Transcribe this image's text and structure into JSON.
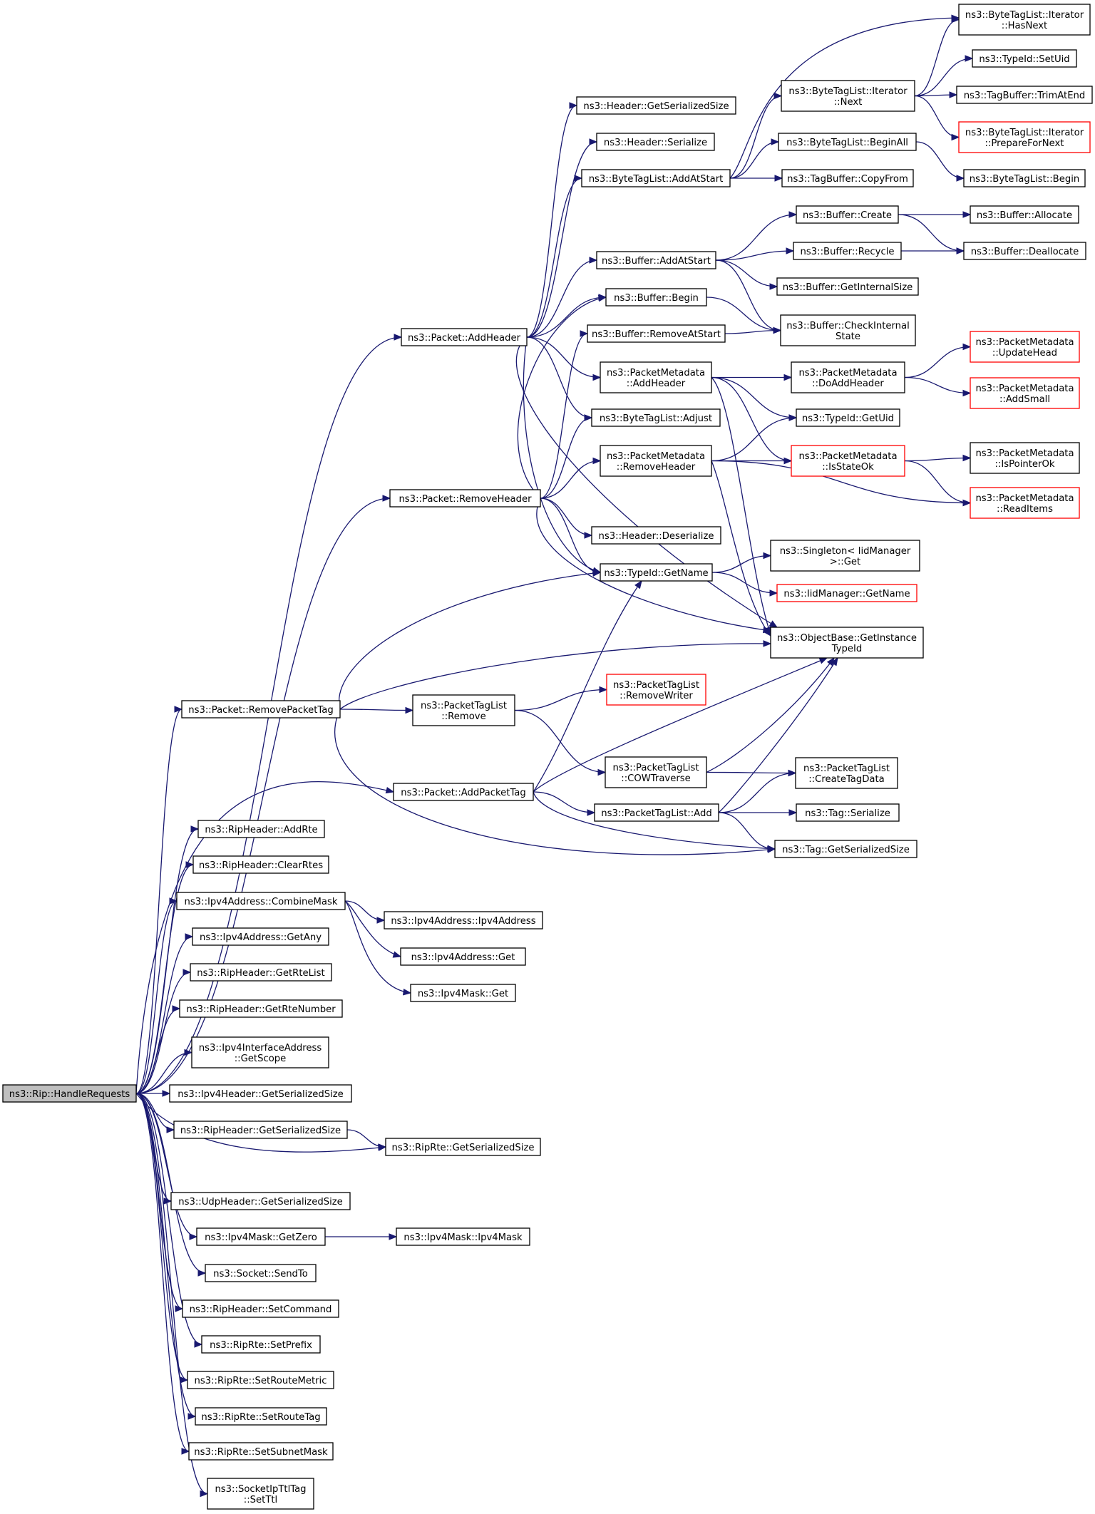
{
  "graph": {
    "root": "n_root",
    "nodes": [
      {
        "id": "n_root",
        "lines": [
          "ns3::Rip::HandleRequests"
        ],
        "style": "root"
      },
      {
        "id": "n_pkt_addheader",
        "lines": [
          "ns3::Packet::AddHeader"
        ]
      },
      {
        "id": "n_pkt_removeheader",
        "lines": [
          "ns3::Packet::RemoveHeader"
        ]
      },
      {
        "id": "n_pkt_removepackettag",
        "lines": [
          "ns3::Packet::RemovePacketTag"
        ]
      },
      {
        "id": "n_pkt_addpackettag",
        "lines": [
          "ns3::Packet::AddPacketTag"
        ]
      },
      {
        "id": "n_rh_addrte",
        "lines": [
          "ns3::RipHeader::AddRte"
        ]
      },
      {
        "id": "n_rh_clearrtes",
        "lines": [
          "ns3::RipHeader::ClearRtes"
        ]
      },
      {
        "id": "n_ipv4_combinemask",
        "lines": [
          "ns3::Ipv4Address::CombineMask"
        ]
      },
      {
        "id": "n_ipv4_getany",
        "lines": [
          "ns3::Ipv4Address::GetAny"
        ]
      },
      {
        "id": "n_rh_getrtelist",
        "lines": [
          "ns3::RipHeader::GetRteList"
        ]
      },
      {
        "id": "n_rh_getrtenumber",
        "lines": [
          "ns3::RipHeader::GetRteNumber"
        ]
      },
      {
        "id": "n_ipv4if_getscope",
        "lines": [
          "ns3::Ipv4InterfaceAddress",
          "::GetScope"
        ]
      },
      {
        "id": "n_ipv4h_getsersize",
        "lines": [
          "ns3::Ipv4Header::GetSerializedSize"
        ]
      },
      {
        "id": "n_rh_getsersize",
        "lines": [
          "ns3::RipHeader::GetSerializedSize"
        ]
      },
      {
        "id": "n_riprte_getsersize",
        "lines": [
          "ns3::RipRte::GetSerializedSize"
        ]
      },
      {
        "id": "n_udph_getsersize",
        "lines": [
          "ns3::UdpHeader::GetSerializedSize"
        ]
      },
      {
        "id": "n_ipv4mask_getzero",
        "lines": [
          "ns3::Ipv4Mask::GetZero"
        ]
      },
      {
        "id": "n_ipv4mask_ctor",
        "lines": [
          "ns3::Ipv4Mask::Ipv4Mask"
        ]
      },
      {
        "id": "n_socket_sendto",
        "lines": [
          "ns3::Socket::SendTo"
        ]
      },
      {
        "id": "n_rh_setcommand",
        "lines": [
          "ns3::RipHeader::SetCommand"
        ]
      },
      {
        "id": "n_riprte_setprefix",
        "lines": [
          "ns3::RipRte::SetPrefix"
        ]
      },
      {
        "id": "n_riprte_setroutemetric",
        "lines": [
          "ns3::RipRte::SetRouteMetric"
        ]
      },
      {
        "id": "n_riprte_setroutetag",
        "lines": [
          "ns3::RipRte::SetRouteTag"
        ]
      },
      {
        "id": "n_riprte_setsubnetmask",
        "lines": [
          "ns3::RipRte::SetSubnetMask"
        ]
      },
      {
        "id": "n_socketipttltag_setttl",
        "lines": [
          "ns3::SocketIpTtlTag",
          "::SetTtl"
        ]
      },
      {
        "id": "n_ipv4_ctor",
        "lines": [
          "ns3::Ipv4Address::Ipv4Address"
        ]
      },
      {
        "id": "n_ipv4_get",
        "lines": [
          "ns3::Ipv4Address::Get"
        ]
      },
      {
        "id": "n_ipv4mask_get",
        "lines": [
          "ns3::Ipv4Mask::Get"
        ]
      },
      {
        "id": "n_hdr_getsersize",
        "lines": [
          "ns3::Header::GetSerializedSize"
        ]
      },
      {
        "id": "n_hdr_serialize",
        "lines": [
          "ns3::Header::Serialize"
        ]
      },
      {
        "id": "n_btl_addatstart",
        "lines": [
          "ns3::ByteTagList::AddAtStart"
        ]
      },
      {
        "id": "n_buf_addatstart",
        "lines": [
          "ns3::Buffer::AddAtStart"
        ]
      },
      {
        "id": "n_buf_begin",
        "lines": [
          "ns3::Buffer::Begin"
        ]
      },
      {
        "id": "n_buf_removeatstart",
        "lines": [
          "ns3::Buffer::RemoveAtStart"
        ]
      },
      {
        "id": "n_pm_addheader",
        "lines": [
          "ns3::PacketMetadata",
          "::AddHeader"
        ]
      },
      {
        "id": "n_btl_adjust",
        "lines": [
          "ns3::ByteTagList::Adjust"
        ]
      },
      {
        "id": "n_pm_removeheader",
        "lines": [
          "ns3::PacketMetadata",
          "::RemoveHeader"
        ]
      },
      {
        "id": "n_hdr_deserialize",
        "lines": [
          "ns3::Header::Deserialize"
        ]
      },
      {
        "id": "n_typeid_getname",
        "lines": [
          "ns3::TypeId::GetName"
        ]
      },
      {
        "id": "n_ptl_remove",
        "lines": [
          "ns3::PacketTagList",
          "::Remove"
        ]
      },
      {
        "id": "n_ptl_add",
        "lines": [
          "ns3::PacketTagList::Add"
        ]
      },
      {
        "id": "n_btli_hasnext",
        "lines": [
          "ns3::ByteTagList::Iterator",
          "::HasNext"
        ]
      },
      {
        "id": "n_btli_next",
        "lines": [
          "ns3::ByteTagList::Iterator",
          "::Next"
        ]
      },
      {
        "id": "n_typeid_setuid",
        "lines": [
          "ns3::TypeId::SetUid"
        ]
      },
      {
        "id": "n_tagbuf_trimatend",
        "lines": [
          "ns3::TagBuffer::TrimAtEnd"
        ]
      },
      {
        "id": "n_btli_prepfornext",
        "lines": [
          "ns3::ByteTagList::Iterator",
          "::PrepareForNext"
        ],
        "style": "red"
      },
      {
        "id": "n_btl_beginall",
        "lines": [
          "ns3::ByteTagList::BeginAll"
        ]
      },
      {
        "id": "n_tagbuf_copyfrom",
        "lines": [
          "ns3::TagBuffer::CopyFrom"
        ]
      },
      {
        "id": "n_btl_begin",
        "lines": [
          "ns3::ByteTagList::Begin"
        ]
      },
      {
        "id": "n_buf_create",
        "lines": [
          "ns3::Buffer::Create"
        ]
      },
      {
        "id": "n_buf_allocate",
        "lines": [
          "ns3::Buffer::Allocate"
        ]
      },
      {
        "id": "n_buf_recycle",
        "lines": [
          "ns3::Buffer::Recycle"
        ]
      },
      {
        "id": "n_buf_deallocate",
        "lines": [
          "ns3::Buffer::Deallocate"
        ]
      },
      {
        "id": "n_buf_getinternalsize",
        "lines": [
          "ns3::Buffer::GetInternalSize"
        ]
      },
      {
        "id": "n_buf_checkinternalstate",
        "lines": [
          "ns3::Buffer::CheckInternal",
          "State"
        ]
      },
      {
        "id": "n_pm_doaddheader",
        "lines": [
          "ns3::PacketMetadata",
          "::DoAddHeader"
        ]
      },
      {
        "id": "n_pm_updatehead",
        "lines": [
          "ns3::PacketMetadata",
          "::UpdateHead"
        ],
        "style": "red"
      },
      {
        "id": "n_pm_addsmall",
        "lines": [
          "ns3::PacketMetadata",
          "::AddSmall"
        ],
        "style": "red"
      },
      {
        "id": "n_typeid_getuid",
        "lines": [
          "ns3::TypeId::GetUid"
        ]
      },
      {
        "id": "n_pm_isstateok",
        "lines": [
          "ns3::PacketMetadata",
          "::IsStateOk"
        ],
        "style": "red"
      },
      {
        "id": "n_pm_ispointerok",
        "lines": [
          "ns3::PacketMetadata",
          "::IsPointerOk"
        ]
      },
      {
        "id": "n_pm_readitems",
        "lines": [
          "ns3::PacketMetadata",
          "::ReadItems"
        ],
        "style": "red"
      },
      {
        "id": "n_singleton_get",
        "lines": [
          "ns3::Singleton< IidManager",
          ">::Get"
        ]
      },
      {
        "id": "n_iidmgr_getname",
        "lines": [
          "ns3::IidManager::GetName"
        ],
        "style": "red"
      },
      {
        "id": "n_objbase_getinstancetypeid",
        "lines": [
          "ns3::ObjectBase::GetInstance",
          "TypeId"
        ]
      },
      {
        "id": "n_ptl_removewriter",
        "lines": [
          "ns3::PacketTagList",
          "::RemoveWriter"
        ],
        "style": "red"
      },
      {
        "id": "n_ptl_cowtraverse",
        "lines": [
          "ns3::PacketTagList",
          "::COWTraverse"
        ]
      },
      {
        "id": "n_ptl_createtagdata",
        "lines": [
          "ns3::PacketTagList",
          "::CreateTagData"
        ]
      },
      {
        "id": "n_tag_serialize",
        "lines": [
          "ns3::Tag::Serialize"
        ]
      },
      {
        "id": "n_tag_getsersize",
        "lines": [
          "ns3::Tag::GetSerializedSize"
        ]
      }
    ],
    "edges": [
      [
        "n_root",
        "n_pkt_addheader"
      ],
      [
        "n_root",
        "n_pkt_removeheader"
      ],
      [
        "n_root",
        "n_pkt_removepackettag"
      ],
      [
        "n_root",
        "n_pkt_addpackettag"
      ],
      [
        "n_root",
        "n_rh_addrte"
      ],
      [
        "n_root",
        "n_rh_clearrtes"
      ],
      [
        "n_root",
        "n_ipv4_combinemask"
      ],
      [
        "n_root",
        "n_ipv4_getany"
      ],
      [
        "n_root",
        "n_rh_getrtelist"
      ],
      [
        "n_root",
        "n_rh_getrtenumber"
      ],
      [
        "n_root",
        "n_ipv4if_getscope"
      ],
      [
        "n_root",
        "n_ipv4h_getsersize"
      ],
      [
        "n_root",
        "n_rh_getsersize"
      ],
      [
        "n_root",
        "n_riprte_getsersize"
      ],
      [
        "n_root",
        "n_udph_getsersize"
      ],
      [
        "n_root",
        "n_ipv4mask_getzero"
      ],
      [
        "n_root",
        "n_socket_sendto"
      ],
      [
        "n_root",
        "n_rh_setcommand"
      ],
      [
        "n_root",
        "n_riprte_setprefix"
      ],
      [
        "n_root",
        "n_riprte_setroutemetric"
      ],
      [
        "n_root",
        "n_riprte_setroutetag"
      ],
      [
        "n_root",
        "n_riprte_setsubnetmask"
      ],
      [
        "n_root",
        "n_socketipttltag_setttl"
      ],
      [
        "n_ipv4_combinemask",
        "n_ipv4_ctor"
      ],
      [
        "n_ipv4_combinemask",
        "n_ipv4_get"
      ],
      [
        "n_ipv4_combinemask",
        "n_ipv4mask_get"
      ],
      [
        "n_rh_getsersize",
        "n_riprte_getsersize"
      ],
      [
        "n_ipv4mask_getzero",
        "n_ipv4mask_ctor"
      ],
      [
        "n_pkt_addheader",
        "n_hdr_getsersize"
      ],
      [
        "n_pkt_addheader",
        "n_hdr_serialize"
      ],
      [
        "n_pkt_addheader",
        "n_btl_addatstart"
      ],
      [
        "n_pkt_addheader",
        "n_buf_addatstart"
      ],
      [
        "n_pkt_addheader",
        "n_buf_begin"
      ],
      [
        "n_pkt_addheader",
        "n_pm_addheader"
      ],
      [
        "n_pkt_addheader",
        "n_btl_adjust"
      ],
      [
        "n_pkt_addheader",
        "n_typeid_getname"
      ],
      [
        "n_pkt_addheader",
        "n_objbase_getinstancetypeid"
      ],
      [
        "n_pkt_removeheader",
        "n_buf_begin"
      ],
      [
        "n_pkt_removeheader",
        "n_buf_removeatstart"
      ],
      [
        "n_pkt_removeheader",
        "n_btl_adjust"
      ],
      [
        "n_pkt_removeheader",
        "n_pm_removeheader"
      ],
      [
        "n_pkt_removeheader",
        "n_hdr_deserialize"
      ],
      [
        "n_pkt_removeheader",
        "n_typeid_getname"
      ],
      [
        "n_pkt_removeheader",
        "n_objbase_getinstancetypeid"
      ],
      [
        "n_pkt_removepackettag",
        "n_typeid_getname"
      ],
      [
        "n_pkt_removepackettag",
        "n_objbase_getinstancetypeid"
      ],
      [
        "n_pkt_removepackettag",
        "n_ptl_remove"
      ],
      [
        "n_pkt_removepackettag",
        "n_tag_getsersize"
      ],
      [
        "n_pkt_addpackettag",
        "n_typeid_getname"
      ],
      [
        "n_pkt_addpackettag",
        "n_objbase_getinstancetypeid"
      ],
      [
        "n_pkt_addpackettag",
        "n_ptl_add"
      ],
      [
        "n_pkt_addpackettag",
        "n_tag_getsersize"
      ],
      [
        "n_btl_addatstart",
        "n_btli_hasnext"
      ],
      [
        "n_btl_addatstart",
        "n_btli_next"
      ],
      [
        "n_btl_addatstart",
        "n_btl_beginall"
      ],
      [
        "n_btl_addatstart",
        "n_tagbuf_copyfrom"
      ],
      [
        "n_btli_next",
        "n_btli_hasnext"
      ],
      [
        "n_btli_next",
        "n_typeid_setuid"
      ],
      [
        "n_btli_next",
        "n_tagbuf_trimatend"
      ],
      [
        "n_btli_next",
        "n_btli_prepfornext"
      ],
      [
        "n_btl_beginall",
        "n_btl_begin"
      ],
      [
        "n_buf_addatstart",
        "n_buf_create"
      ],
      [
        "n_buf_addatstart",
        "n_buf_recycle"
      ],
      [
        "n_buf_addatstart",
        "n_buf_getinternalsize"
      ],
      [
        "n_buf_addatstart",
        "n_buf_checkinternalstate"
      ],
      [
        "n_buf_create",
        "n_buf_allocate"
      ],
      [
        "n_buf_create",
        "n_buf_deallocate"
      ],
      [
        "n_buf_recycle",
        "n_buf_deallocate"
      ],
      [
        "n_buf_begin",
        "n_buf_checkinternalstate"
      ],
      [
        "n_buf_removeatstart",
        "n_buf_checkinternalstate"
      ],
      [
        "n_pm_addheader",
        "n_pm_doaddheader"
      ],
      [
        "n_pm_addheader",
        "n_typeid_getuid"
      ],
      [
        "n_pm_addheader",
        "n_pm_isstateok"
      ],
      [
        "n_pm_addheader",
        "n_objbase_getinstancetypeid"
      ],
      [
        "n_pm_doaddheader",
        "n_pm_updatehead"
      ],
      [
        "n_pm_doaddheader",
        "n_pm_addsmall"
      ],
      [
        "n_pm_removeheader",
        "n_typeid_getuid"
      ],
      [
        "n_pm_removeheader",
        "n_pm_isstateok"
      ],
      [
        "n_pm_removeheader",
        "n_pm_readitems"
      ],
      [
        "n_pm_removeheader",
        "n_objbase_getinstancetypeid"
      ],
      [
        "n_pm_isstateok",
        "n_pm_ispointerok"
      ],
      [
        "n_pm_isstateok",
        "n_pm_readitems"
      ],
      [
        "n_typeid_getname",
        "n_singleton_get"
      ],
      [
        "n_typeid_getname",
        "n_iidmgr_getname"
      ],
      [
        "n_ptl_remove",
        "n_ptl_removewriter"
      ],
      [
        "n_ptl_remove",
        "n_ptl_cowtraverse"
      ],
      [
        "n_ptl_cowtraverse",
        "n_objbase_getinstancetypeid"
      ],
      [
        "n_ptl_cowtraverse",
        "n_ptl_createtagdata"
      ],
      [
        "n_ptl_add",
        "n_objbase_getinstancetypeid"
      ],
      [
        "n_ptl_add",
        "n_ptl_createtagdata"
      ],
      [
        "n_ptl_add",
        "n_tag_serialize"
      ],
      [
        "n_ptl_add",
        "n_tag_getsersize"
      ]
    ]
  }
}
